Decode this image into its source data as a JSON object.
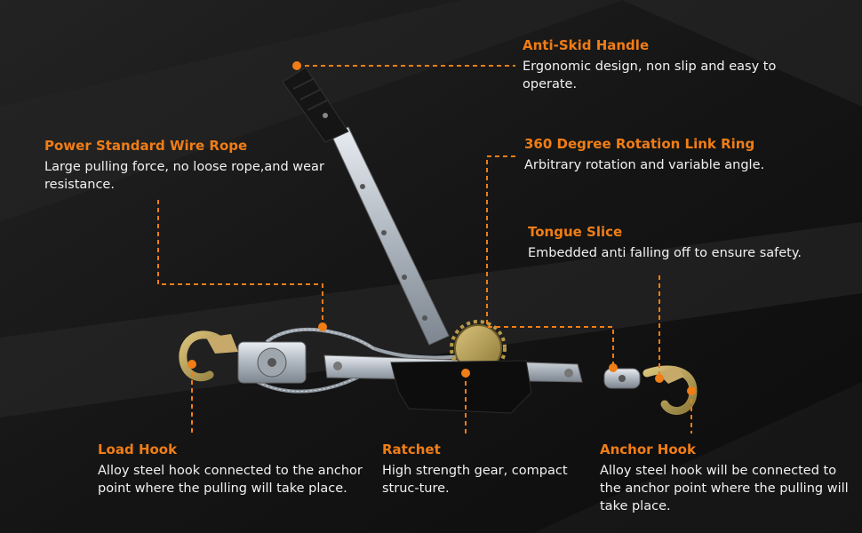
{
  "colors": {
    "accent": "#f07d16",
    "background": "#141414",
    "text": "#ffffff"
  },
  "callouts": {
    "handle": {
      "title": "Anti-Skid Handle",
      "desc": "Ergonomic design, non slip and easy to operate."
    },
    "rope": {
      "title": "Power Standard Wire Rope",
      "desc": "Large pulling force, no loose rope,and wear resistance."
    },
    "ring": {
      "title": "360 Degree Rotation Link Ring",
      "desc": "Arbitrary rotation and variable angle."
    },
    "tongue": {
      "title": "Tongue Slice",
      "desc": "Embedded anti falling off to ensure safety."
    },
    "load_hook": {
      "title": "Load Hook",
      "desc": "Alloy steel hook connected to the anchor point where the pulling will take place."
    },
    "ratchet": {
      "title": "Ratchet",
      "desc": "High strength gear, compact struc-ture."
    },
    "anchor_hook": {
      "title": "Anchor Hook",
      "desc": "Alloy steel hook will be connected to the anchor point where the pulling will take place."
    }
  }
}
